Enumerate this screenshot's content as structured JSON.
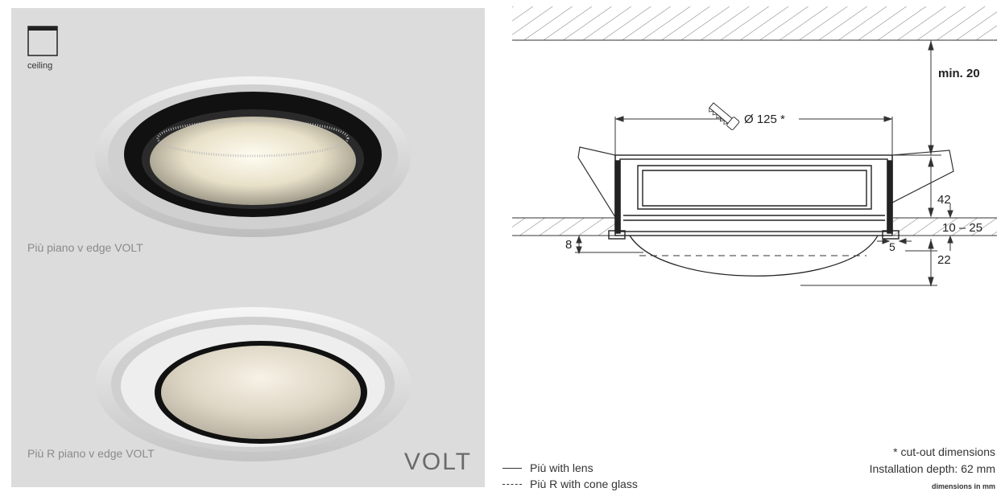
{
  "left": {
    "ceiling_label": "ceiling",
    "product_top": "Più piano v edge VOLT",
    "product_bottom": "Più R piano v edge VOLT",
    "brand": "VOLT"
  },
  "drawing": {
    "dim_min": "min. 20",
    "dim_diameter": "Ø 125 *",
    "dim_42": "42",
    "dim_10_25": "10 – 25",
    "dim_8": "8",
    "dim_5": "5",
    "dim_22": "22"
  },
  "legend": {
    "solid": "Più with lens",
    "dashed": "Più R with cone glass"
  },
  "notes": {
    "cutout": "* cut-out dimensions",
    "depth": "Installation depth: 62 mm",
    "units": "dimensions in mm"
  },
  "colors": {
    "panel_bg": "#dcdcdc",
    "line": "#333333"
  }
}
